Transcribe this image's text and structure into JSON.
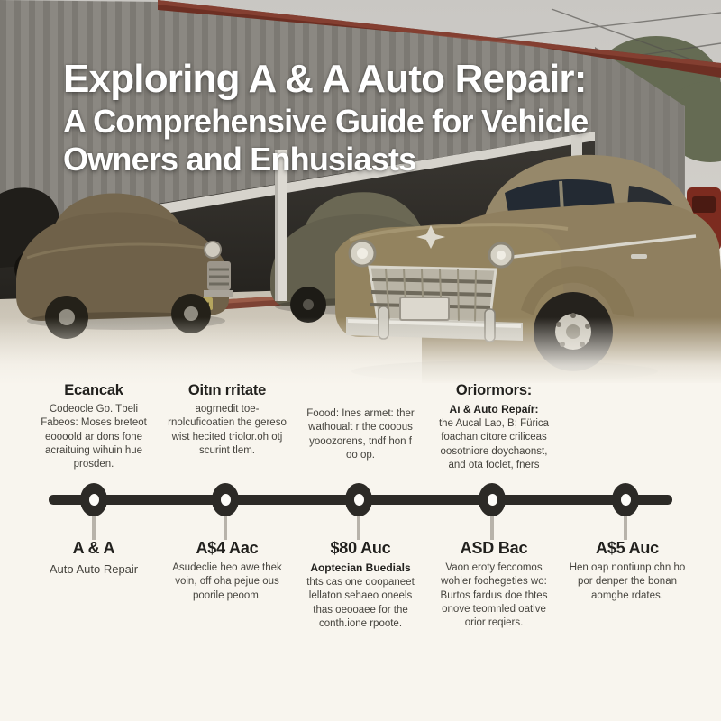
{
  "title": {
    "line1": "Exploring A & A Auto Repair:",
    "line2": "A Comprehensive Guide for Vehicle",
    "line3": "Owners and Enhusiasts"
  },
  "colors": {
    "cream": "#f8f5ee",
    "timeline": "#2c2a26",
    "stem": "#b8b3aa",
    "heading": "#21201d",
    "body-text": "#45433d",
    "roof-red": "#6d2f23",
    "curb-red": "#7d4334",
    "car-left": "#6f6149",
    "car-middle": "#63604e",
    "car-right": "#93835f",
    "title-white": "#ffffff"
  },
  "timeline": {
    "top_items": [
      {
        "heading": "Ecancak",
        "body": "Codeocle Go. Tbeli Fabeos: Moses breteot eoooold ar dons fone acraituing wihuin hue prosden."
      },
      {
        "heading": "Oitın rritate",
        "body": "aogrnedit toe- rnolcuficoatien the gereso wist hecited triolor.oh otj scurint tlem."
      },
      {
        "heading": "",
        "body": "Foood: Ines armet: ther wathoualt r the cooous yooozorens, tndf hon f oo op."
      },
      {
        "heading": "Oriormors:",
        "subheading": "Aı & Auto Repaír:",
        "body": "the Aucal Lao, B; Fürica foachan cítore criliceas oosotniore doychaonst, and ota foclet, fners"
      },
      {
        "heading": "",
        "body": ""
      }
    ],
    "bottom_items": [
      {
        "heading": "A & A",
        "body": "Auto Auto Repair"
      },
      {
        "heading": "A$4 Aac",
        "body": "Asudeclie heo awe thek voin, off oha pejue ous poorile peoom."
      },
      {
        "heading": "$80 Auc",
        "subheading": "Aoptecian Buedials",
        "body": "thts cas one doopaneet lellaton sehaeo oneels thas oeooaee for the conth.ione rpoote."
      },
      {
        "heading": "ASD Bac",
        "body": "Vaon eroty feccomos wohler foohegeties wo: Burtos fardus doe thtes onove teomnled oatlve orior reqiers."
      },
      {
        "heading": "A$5 Auc",
        "body": "Hen oap nontiunp chn ho por denper the bonan aomghe rdates."
      }
    ]
  }
}
